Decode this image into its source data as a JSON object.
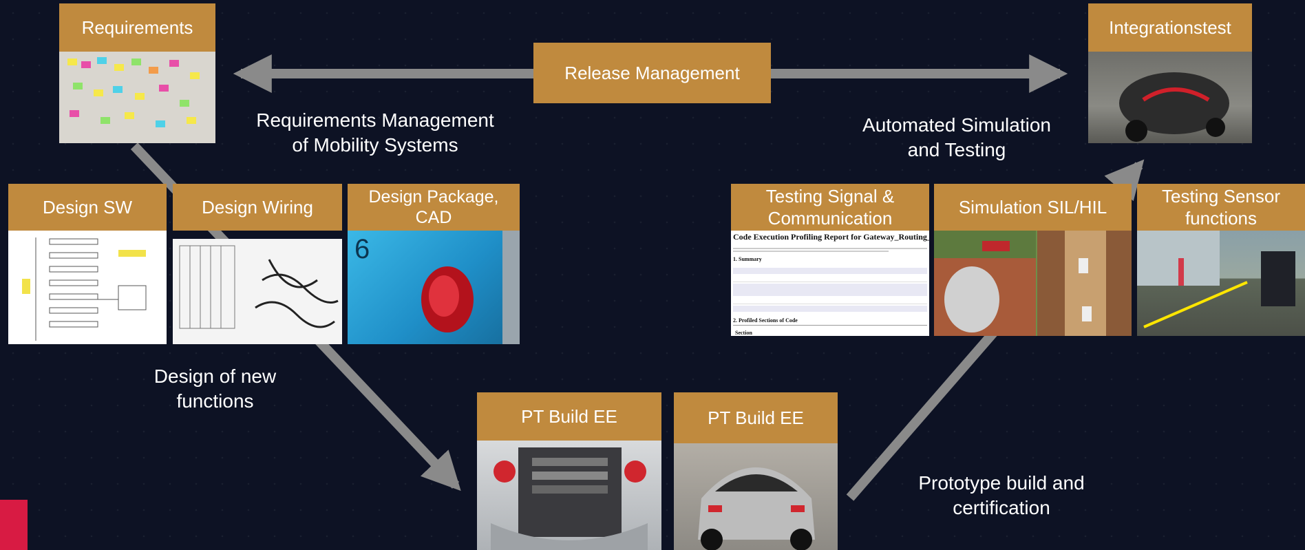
{
  "boxes": {
    "requirements": "Requirements",
    "release": "Release Management",
    "integration": "Integrationstest",
    "design_sw": "Design SW",
    "design_wiring": "Design Wiring",
    "design_package": "Design Package, CAD",
    "testing_signal": "Testing Signal & Communication",
    "simulation": "Simulation SIL/HIL",
    "testing_sensor": "Testing Sensor functions",
    "pt_build_1": "PT Build EE",
    "pt_build_2": "PT Build EE"
  },
  "captions": {
    "req_mgmt_1": "Requirements Management",
    "req_mgmt_2": "of Mobility Systems",
    "auto_sim_1": "Automated Simulation",
    "auto_sim_2": "and Testing",
    "design_new_1": "Design of new",
    "design_new_2": "functions",
    "prototype_1": "Prototype build and",
    "prototype_2": "certification"
  },
  "report": {
    "title": "Code Execution Profiling Report for Gateway_Routing_CA",
    "summary": "1. Summary",
    "profiled": "2. Profiled Sections of Code",
    "section": "Section"
  },
  "colors": {
    "background": "#0d1224",
    "label_box": "#c08a3e",
    "arrow": "#8a8a8a",
    "accent": "#d81b43"
  }
}
